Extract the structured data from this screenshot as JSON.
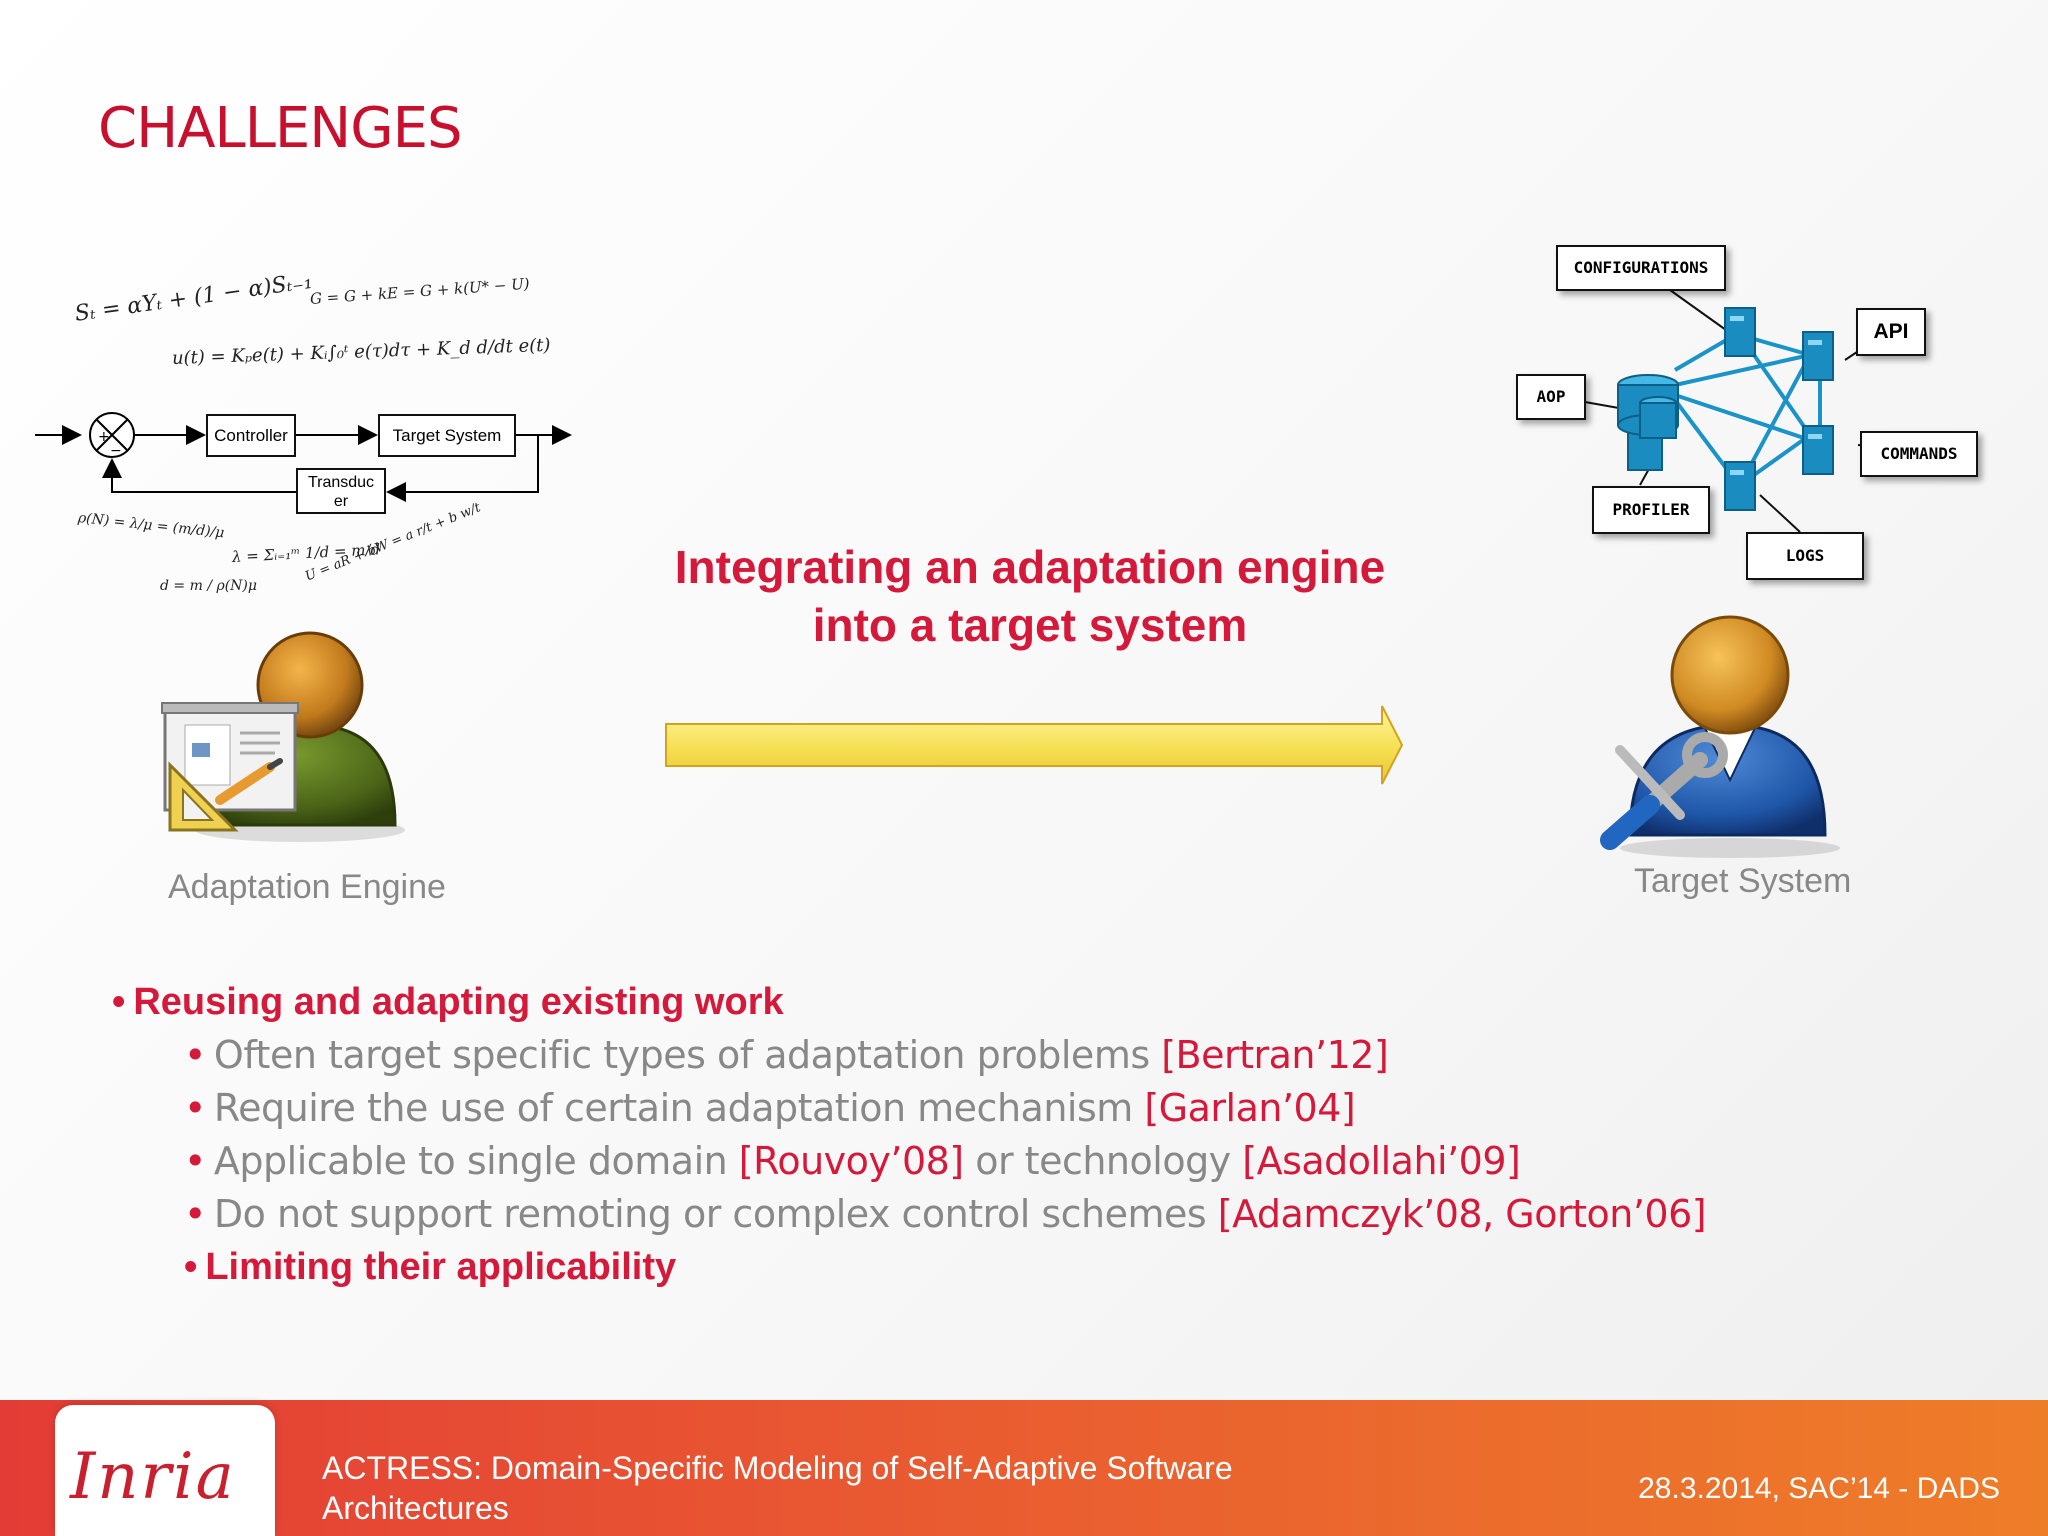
{
  "slide": {
    "title": "CHALLENGES"
  },
  "left_illustration": {
    "equations": [
      "Sₜ = αYₜ + (1 − α)Sₜ₋₁",
      "G = G + kE = G + k(U* − U)",
      "u(t) = Kₚe(t) + Kᵢ∫₀ᵗ e(τ)dτ + K_d d/dt e(t)",
      "ρ(N) = λ/μ = (m/d)/μ",
      "λ = Σᵢ₌₁ᵐ 1/d = m/d",
      "d = m / ρ(N)μ",
      "U = aR + bW = a r/t + b w/t"
    ],
    "diagram": {
      "controller": "Controller",
      "target_system": "Target System",
      "transducer_line1": "Transduc",
      "transducer_line2": "er"
    },
    "label": "Adaptation Engine"
  },
  "center": {
    "heading_line1": "Integrating an adaptation engine",
    "heading_line2": "into a target system"
  },
  "right_illustration": {
    "nodes": {
      "configurations": "CONFIGURATIONS",
      "api": "API",
      "aop": "AOP",
      "commands": "COMMANDS",
      "profiler": "PROFILER",
      "logs": "LOGS"
    },
    "label": "Target System"
  },
  "bullets": {
    "marker": "•",
    "main": "Reusing and adapting existing work",
    "sub": [
      {
        "text": "Often target specific types of adaptation problems ",
        "ref": "[Bertran’12]"
      },
      {
        "text": "Require the use of certain adaptation mechanism ",
        "ref": "[Garlan’04]"
      },
      {
        "text": "Applicable to single domain ",
        "ref": "[Rouvoy’08]",
        "text2": " or technology ",
        "ref2": "[Asadollahi’09]"
      },
      {
        "text": "Do not support remoting or complex control schemes ",
        "ref": "[Adamczyk’08, Gorton’06]"
      },
      {
        "text": "Limiting their applicability"
      }
    ]
  },
  "footer": {
    "logo": "Inria",
    "talk_title_line1": "ACTRESS: Domain-Specific Modeling of Self-Adaptive Software",
    "talk_title_line2": "Architectures",
    "date_venue": "28.3.2014, SAC’14 - DADS"
  },
  "colors": {
    "accent": "#d4193a",
    "grey_text": "#888888",
    "footer_start": "#e33c36",
    "footer_end": "#ee7d28"
  }
}
